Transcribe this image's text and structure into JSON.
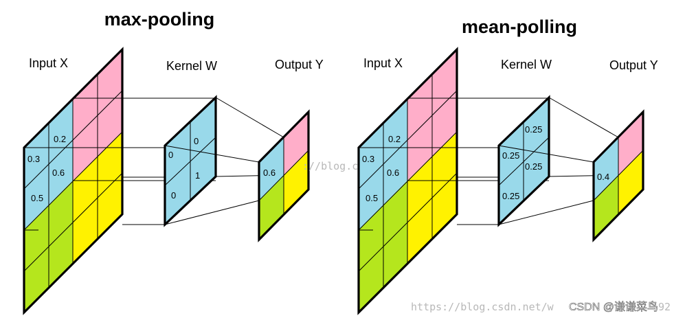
{
  "colors": {
    "blue": "#99d9ea",
    "pink": "#ffaec9",
    "yellow": "#fff200",
    "green": "#b5e61d",
    "line": "#000000"
  },
  "panels": [
    {
      "title": "max-pooling",
      "input_label": "Input X",
      "kernel_label": "Kernel W",
      "output_label": "Output Y",
      "input_values": [
        "0.2",
        "0.3",
        "0.6",
        "0.5"
      ],
      "kernel_values": [
        "0",
        "0",
        "1",
        "0"
      ],
      "output_value": "0.6"
    },
    {
      "title": "mean-polling",
      "input_label": "Input X",
      "kernel_label": "Kernel W",
      "output_label": "Output Y",
      "input_values": [
        "0.2",
        "0.3",
        "0.6",
        "0.5"
      ],
      "kernel_values": [
        "0.25",
        "0.25",
        "0.25",
        "0.25"
      ],
      "output_value": "0.4"
    }
  ],
  "watermarks": {
    "blog_fragment": "://blog.c",
    "url": "https://blog.csdn.net/w",
    "tail": "92",
    "csdn": "CSDN @谦谦菜鸟"
  }
}
